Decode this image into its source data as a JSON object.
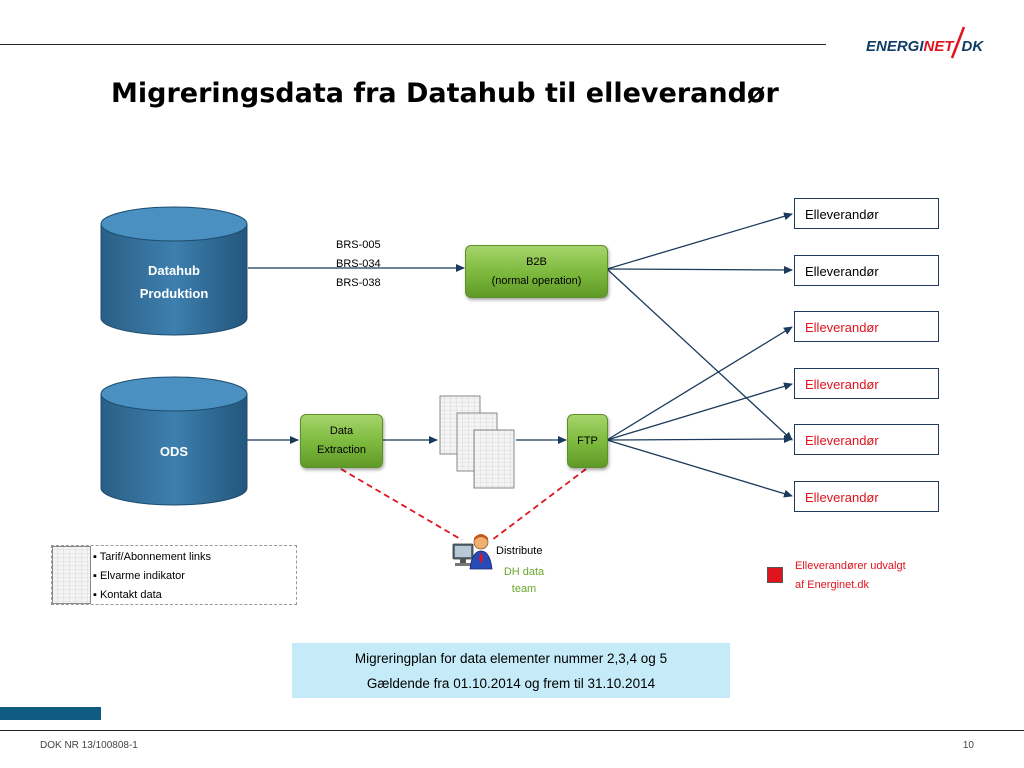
{
  "slide": {
    "title": "Migreringsdata fra Datahub til elleverandør",
    "logo_text_dark": "ENERGI",
    "logo_text_red": "NET",
    "logo_text_end": "DK",
    "footer_left": "DOK NR 13/100808-1",
    "page_number": "10"
  },
  "diagram": {
    "datahub": {
      "line1": "Datahub",
      "line2": "Produktion"
    },
    "ods": {
      "label": "ODS"
    },
    "brs_codes": [
      "BRS-005",
      "BRS-034",
      "BRS-038"
    ],
    "b2b": {
      "line1": "B2B",
      "line2": "(normal operation)"
    },
    "data_extraction": {
      "line1": "Data",
      "line2": "Extraction"
    },
    "ftp": {
      "label": "FTP"
    },
    "retailers": [
      {
        "label": "Elleverandør",
        "selected": false
      },
      {
        "label": "Elleverandør",
        "selected": false
      },
      {
        "label": "Elleverandør",
        "selected": true
      },
      {
        "label": "Elleverandør",
        "selected": true
      },
      {
        "label": "Elleverandør",
        "selected": true
      },
      {
        "label": "Elleverandør",
        "selected": true
      }
    ],
    "distribute": {
      "label": "Distribute",
      "team_line1": "DH data",
      "team_line2": "team"
    },
    "legend_items": [
      "Tarif/Abonnement links",
      "Elvarme indikator",
      "Kontakt data"
    ],
    "red_legend": {
      "line1": "Elleverandører udvalgt",
      "line2": "af  Energinet.dk"
    },
    "note": {
      "line1": "Migreringplan for data elementer nummer 2,3,4 og 5",
      "line2": "Gældende fra 01.10.2014 og frem til 31.10.2014"
    }
  },
  "colors": {
    "accent_blue": "#0f5b82",
    "selected_red": "#e0141e",
    "button_green": "#7bb83c",
    "note_bg": "#c5eaf8",
    "cylinder_blue": "#2f6f9a"
  }
}
